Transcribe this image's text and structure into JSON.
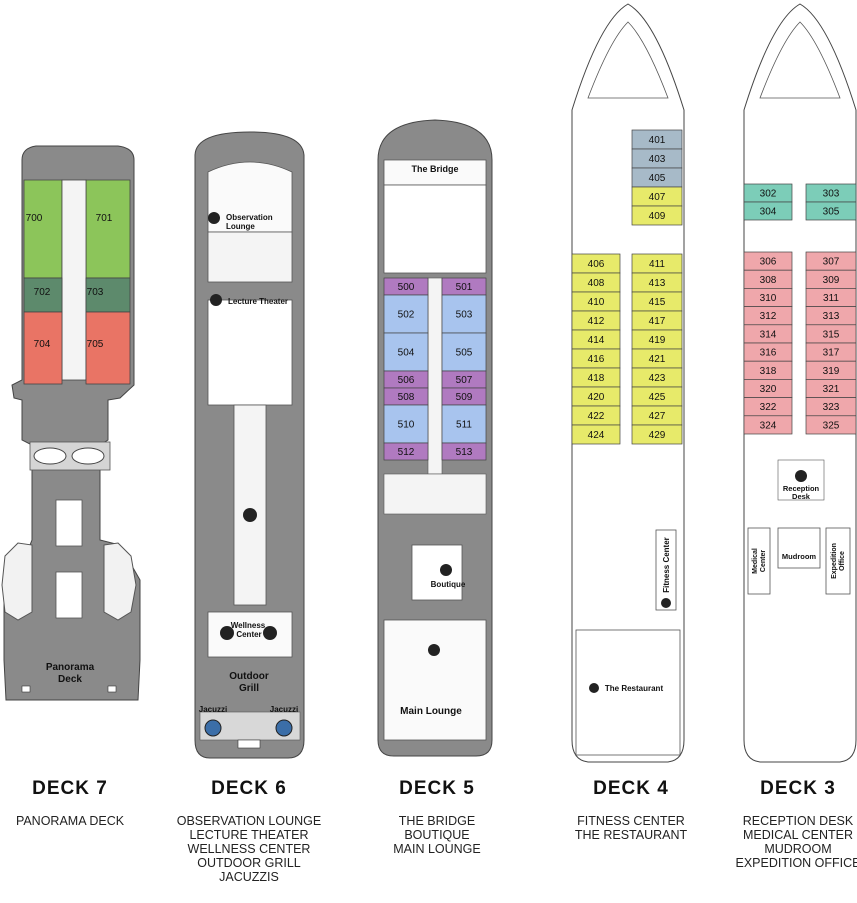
{
  "colors": {
    "hull": "#8a8a8a",
    "hull_dark": "#6f6f6f",
    "outline": "#444444",
    "green": "#8cc55a",
    "dark_green": "#5d8a6c",
    "red": "#e97465",
    "purple": "#b07ac0",
    "blue": "#a8c4ee",
    "yellow": "#e7ea6a",
    "slate": "#a7bac8",
    "teal": "#7ccdb8",
    "pink": "#efa7ab"
  },
  "decks": [
    {
      "title": "DECK 7",
      "features": [
        "PANORAMA DECK"
      ],
      "labels": {
        "panorama": "Panorama",
        "deck": "Deck"
      },
      "cabins": [
        "700",
        "701",
        "702",
        "703",
        "704",
        "705"
      ]
    },
    {
      "title": "DECK 6",
      "features": [
        "OBSERVATION LOUNGE",
        "LECTURE THEATER",
        "WELLNESS CENTER",
        "OUTDOOR GRILL",
        "JACUZZIS"
      ],
      "labels": {
        "observation": "Observation",
        "lounge": "Lounge",
        "lecture_theater": "Lecture Theater",
        "wellness": "Wellness",
        "center": "Center",
        "outdoor": "Outdoor",
        "grill": "Grill",
        "jacuzzi_left": "Jacuzzi",
        "jacuzzi_right": "Jacuzzi"
      }
    },
    {
      "title": "DECK 5",
      "features": [
        "THE BRIDGE",
        "BOUTIQUE",
        "MAIN LOUNGE"
      ],
      "labels": {
        "bridge": "The Bridge",
        "boutique": "Boutique",
        "main_lounge": "Main Lounge"
      },
      "cabins_left": [
        "500",
        "502",
        "504",
        "506",
        "508",
        "510",
        "512"
      ],
      "cabins_right": [
        "501",
        "503",
        "505",
        "507",
        "509",
        "511",
        "513"
      ]
    },
    {
      "title": "DECK 4",
      "features": [
        "FITNESS CENTER",
        "THE RESTAURANT"
      ],
      "labels": {
        "fitness_center": "Fitness Center",
        "restaurant": "The Restaurant"
      },
      "cabins_top": [
        "401",
        "403",
        "405",
        "407",
        "409"
      ],
      "cabins_left": [
        "406",
        "408",
        "410",
        "412",
        "414",
        "416",
        "418",
        "420",
        "422",
        "424"
      ],
      "cabins_right": [
        "411",
        "413",
        "415",
        "417",
        "419",
        "421",
        "423",
        "425",
        "427",
        "429"
      ]
    },
    {
      "title": "DECK 3",
      "features": [
        "RECEPTION DESK",
        "MEDICAL CENTER",
        "MUDROOM",
        "EXPEDITION OFFICE"
      ],
      "labels": {
        "reception": "Reception",
        "desk": "Desk",
        "medical": "Medical",
        "center": "Center",
        "mudroom": "Mudroom",
        "expedition": "Expedition",
        "office": "Office"
      },
      "cabins_left": [
        "302",
        "304",
        "306",
        "308",
        "310",
        "312",
        "314",
        "316",
        "318",
        "320",
        "322",
        "324"
      ],
      "cabins_right": [
        "303",
        "305",
        "307",
        "309",
        "311",
        "313",
        "315",
        "317",
        "319",
        "321",
        "323",
        "325"
      ]
    }
  ]
}
